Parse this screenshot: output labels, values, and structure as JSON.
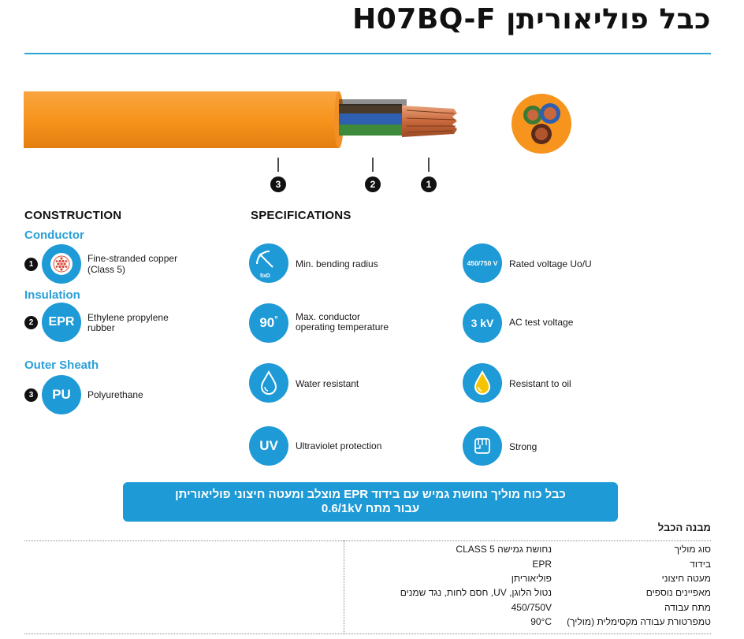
{
  "title": "כבל פוליאוריתן H07BQ-F",
  "callouts": [
    "3",
    "2",
    "1"
  ],
  "construction": {
    "heading": "CONSTRUCTION",
    "conductor": {
      "title": "Conductor",
      "num": "1",
      "text_line1": "Fine-stranded copper",
      "text_line2": "(Class 5)"
    },
    "insulation": {
      "title": "Insulation",
      "num": "2",
      "badge": "EPR",
      "text_line1": "Ethylene propylene",
      "text_line2": "rubber"
    },
    "outer_sheath": {
      "title": "Outer Sheath",
      "num": "3",
      "badge": "PU",
      "text_line1": "Polyurethane"
    }
  },
  "specifications": {
    "heading": "SPECIFICATIONS",
    "bending": {
      "badge": "5xD",
      "label": "Min. bending radius"
    },
    "voltage": {
      "badge": "450/750 V",
      "label": "Rated voltage Uo/U"
    },
    "temp": {
      "badge": "90",
      "sup": "°",
      "label_line1": "Max. conductor",
      "label_line2": "operating temperature"
    },
    "test": {
      "badge": "3 kV",
      "label": "AC test voltage"
    },
    "water": {
      "label": "Water resistant"
    },
    "oil": {
      "label": "Resistant to oil"
    },
    "uv": {
      "badge": "UV",
      "label": "Ultraviolet protection"
    },
    "strong": {
      "label": "Strong"
    }
  },
  "banner": {
    "line1": "כבל כוח מוליך נחושת גמיש עם בידוד EPR מוצלב ומעטה חיצוני פוליאוריתן",
    "line2": "עבור מתח 0.6/1kV"
  },
  "table": {
    "title": "מבנה הכבל",
    "rows": [
      {
        "k": "סוג מוליך",
        "v": "נחושת גמישה CLASS 5"
      },
      {
        "k": "בידוד",
        "v": "EPR"
      },
      {
        "k": "מעטה חיצוני",
        "v": "פוליאוריתן"
      },
      {
        "k": "מאפיינים נוספים",
        "v": "נטול הלוגן, UV, חסם לחות, נגד שמנים"
      },
      {
        "k": "מתח עבודה",
        "v": "450/750V"
      },
      {
        "k": "טמפרטורת עבודה מקסימלית (מוליך)",
        "v": "90°C"
      }
    ]
  },
  "colors": {
    "accent": "#1e9ad6",
    "cable_orange": "#f7941d",
    "rule": "#2aa3d6"
  }
}
